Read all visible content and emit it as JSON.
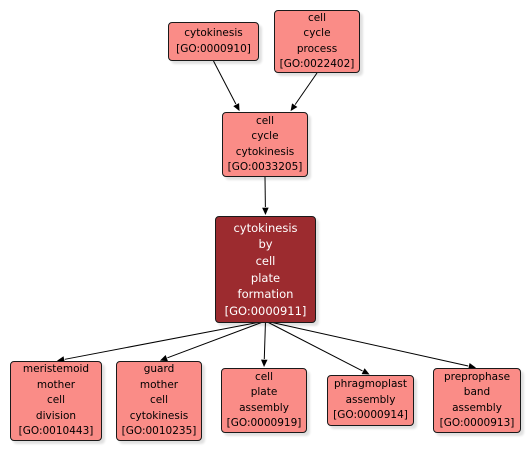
{
  "colors": {
    "node_fill": "#fa8c87",
    "focus_fill": "#9c2b2f",
    "focus_text": "#ffffff",
    "edge": "#000000"
  },
  "nodes": {
    "cytokinesis": {
      "lines": [
        "cytokinesis",
        "[GO:0000910]"
      ]
    },
    "cell_cycle_process": {
      "lines": [
        "cell",
        "cycle",
        "process",
        "[GO:0022402]"
      ]
    },
    "cell_cycle_cytokinesis": {
      "lines": [
        "cell",
        "cycle",
        "cytokinesis",
        "[GO:0033205]"
      ]
    },
    "cytokinesis_by_cell_plate_formation": {
      "lines": [
        "cytokinesis",
        "by",
        "cell",
        "plate",
        "formation",
        "[GO:0000911]"
      ]
    },
    "meristemoid_mother_cell_division": {
      "lines": [
        "meristemoid",
        "mother",
        "cell",
        "division",
        "[GO:0010443]"
      ]
    },
    "guard_mother_cell_cytokinesis": {
      "lines": [
        "guard",
        "mother",
        "cell",
        "cytokinesis",
        "[GO:0010235]"
      ]
    },
    "cell_plate_assembly": {
      "lines": [
        "cell",
        "plate",
        "assembly",
        "[GO:0000919]"
      ]
    },
    "phragmoplast_assembly": {
      "lines": [
        "phragmoplast",
        "assembly",
        "[GO:0000914]"
      ]
    },
    "preprophase_band_assembly": {
      "lines": [
        "preprophase",
        "band",
        "assembly",
        "[GO:0000913]"
      ]
    }
  },
  "edges": [
    {
      "from": "cytokinesis",
      "to": "cell_cycle_cytokinesis"
    },
    {
      "from": "cell_cycle_process",
      "to": "cell_cycle_cytokinesis"
    },
    {
      "from": "cell_cycle_cytokinesis",
      "to": "cytokinesis_by_cell_plate_formation"
    },
    {
      "from": "cytokinesis_by_cell_plate_formation",
      "to": "meristemoid_mother_cell_division"
    },
    {
      "from": "cytokinesis_by_cell_plate_formation",
      "to": "guard_mother_cell_cytokinesis"
    },
    {
      "from": "cytokinesis_by_cell_plate_formation",
      "to": "cell_plate_assembly"
    },
    {
      "from": "cytokinesis_by_cell_plate_formation",
      "to": "phragmoplast_assembly"
    },
    {
      "from": "cytokinesis_by_cell_plate_formation",
      "to": "preprophase_band_assembly"
    }
  ]
}
